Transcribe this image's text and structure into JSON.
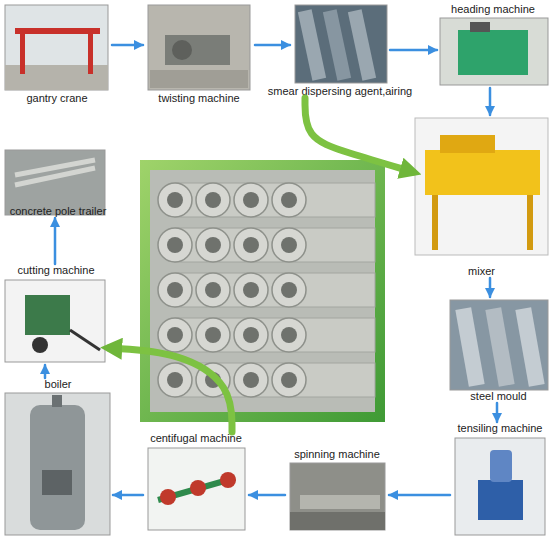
{
  "diagram": {
    "nodes": [
      {
        "text": [
          "gantry crane"
        ]
      },
      {
        "text": [
          "twisting machine"
        ]
      },
      {
        "text": [
          "smear dispersing agent,airing"
        ]
      },
      {
        "text": [
          "heading machine"
        ]
      },
      {
        "text": [
          "mixer"
        ]
      },
      {
        "text": [
          "steel mould"
        ]
      },
      {
        "text": [
          "tensiling machine"
        ]
      },
      {
        "text": [
          "spinning machine"
        ]
      },
      {
        "text": [
          "centifugal machine"
        ]
      },
      {
        "text": [
          "boiler"
        ]
      },
      {
        "text": [
          "cutting machine"
        ]
      },
      {
        "text": [
          "concrete pole trailer"
        ]
      }
    ],
    "edges": [
      {
        "from": 0,
        "to": 1,
        "arrow": "to"
      },
      {
        "from": 1,
        "to": 2,
        "arrow": "to"
      },
      {
        "from": 2,
        "to": 3,
        "arrow": "to"
      },
      {
        "from": 3,
        "to": 4,
        "arrow": "to"
      },
      {
        "from": 2,
        "to": 4,
        "arrow": "to"
      },
      {
        "from": 4,
        "to": 5,
        "arrow": "to"
      },
      {
        "from": 5,
        "to": 6,
        "arrow": "to"
      },
      {
        "from": 6,
        "to": 7,
        "arrow": "to"
      },
      {
        "from": 7,
        "to": 8,
        "arrow": "to"
      },
      {
        "from": 8,
        "to": 9,
        "arrow": "to"
      },
      {
        "from": 8,
        "to": 10,
        "arrow": "to"
      },
      {
        "from": 9,
        "to": 10,
        "arrow": "to"
      },
      {
        "from": 10,
        "to": 11,
        "arrow": "to"
      }
    ]
  }
}
